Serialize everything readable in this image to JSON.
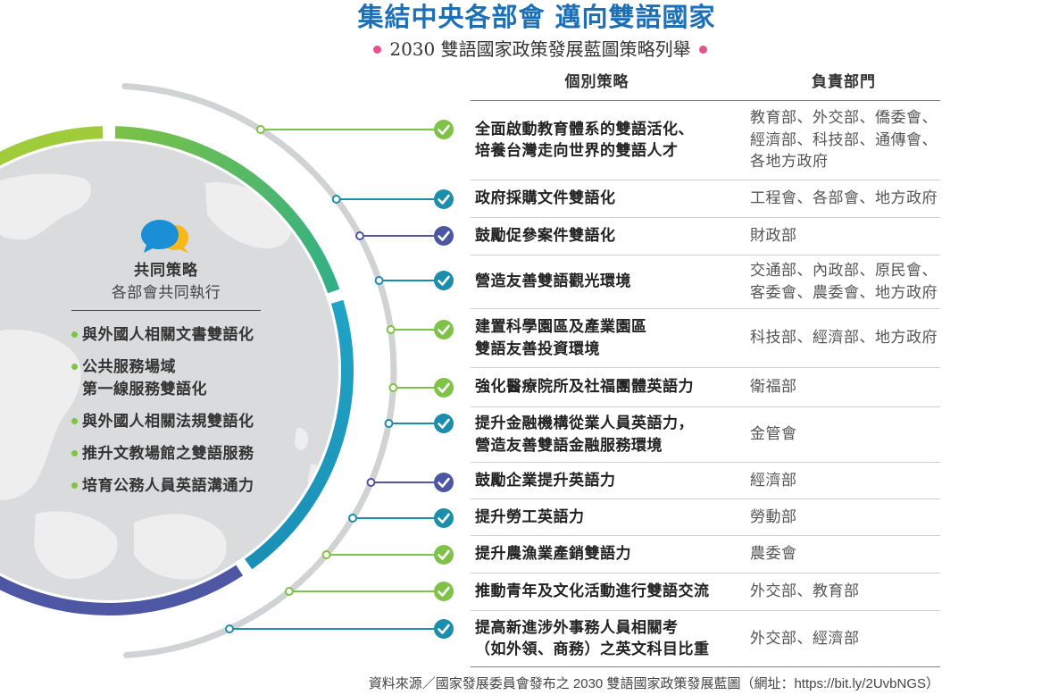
{
  "header": {
    "title": "集結中央各部會 邁向雙語國家",
    "subtitle": "2030 雙語國家政策發展藍圖策略列舉"
  },
  "colors": {
    "title": "#1d6fb6",
    "pink": "#e8528a",
    "green": "#7fc247",
    "teal": "#1c8dab",
    "indigo": "#4c56a3",
    "ring_yellow_green": "#a0cb3b",
    "ring_green_start": "#7ac245",
    "ring_green_end": "#2fae8b",
    "ring_teal_start": "#20a3c4",
    "ring_teal_end": "#1b8fb6",
    "ring_indigo": "#4d57a4",
    "outer_arc": "#d1d2d4",
    "disk": "#dadbdc",
    "map": "#eeeeef",
    "icon_blue": "#1a8fd6",
    "icon_yellow": "#f6b81a"
  },
  "common": {
    "icon": "chat-bubbles-icon",
    "title": "共同策略",
    "subtitle": "各部會共同執行",
    "items": [
      "與外國人相關文書雙語化",
      "公共服務場域\n第一線服務雙語化",
      "與外國人相關法規雙語化",
      "推升文教場館之雙語服務",
      "培育公務人員英語溝通力"
    ]
  },
  "table": {
    "col_strategy": "個別策略",
    "col_dept": "負責部門",
    "row_icon": "check-circle-icon",
    "rows": [
      {
        "strategy": "全面啟動教育體系的雙語活化、\n培養台灣走向世界的雙語人才",
        "dept": "教育部、外交部、僑委會、\n經濟部、科技部、通傳會、\n各地方政府",
        "color": "green"
      },
      {
        "strategy": "政府採購文件雙語化",
        "dept": "工程會、各部會、地方政府",
        "color": "teal"
      },
      {
        "strategy": "鼓勵促參案件雙語化",
        "dept": "財政部",
        "color": "indigo"
      },
      {
        "strategy": "營造友善雙語觀光環境",
        "dept": "交通部、內政部、原民會、\n客委會、農委會、地方政府",
        "color": "teal"
      },
      {
        "strategy": "建置科學園區及產業園區\n雙語友善投資環境",
        "dept": "科技部、經濟部、地方政府",
        "color": "green"
      },
      {
        "strategy": "強化醫療院所及社福團體英語力",
        "dept": "衛福部",
        "color": "green"
      },
      {
        "strategy": "提升金融機構從業人員英語力，\n營造友善雙語金融服務環境",
        "dept": "金管會",
        "color": "teal"
      },
      {
        "strategy": "鼓勵企業提升英語力",
        "dept": "經濟部",
        "color": "indigo"
      },
      {
        "strategy": "提升勞工英語力",
        "dept": "勞動部",
        "color": "teal"
      },
      {
        "strategy": "提升農漁業產銷雙語力",
        "dept": "農委會",
        "color": "green"
      },
      {
        "strategy": "推動青年及文化活動進行雙語交流",
        "dept": "外交部、教育部",
        "color": "green"
      },
      {
        "strategy": "提高新進涉外事務人員相關考\n（如外領、商務）之英文科目比重",
        "dept": "外交部、經濟部",
        "color": "teal"
      }
    ]
  },
  "footer": {
    "source": "資料來源／國家發展委員會發布之 2030 雙語國家政策發展藍圖（網址：https://bit.ly/2UvbNGS）"
  }
}
